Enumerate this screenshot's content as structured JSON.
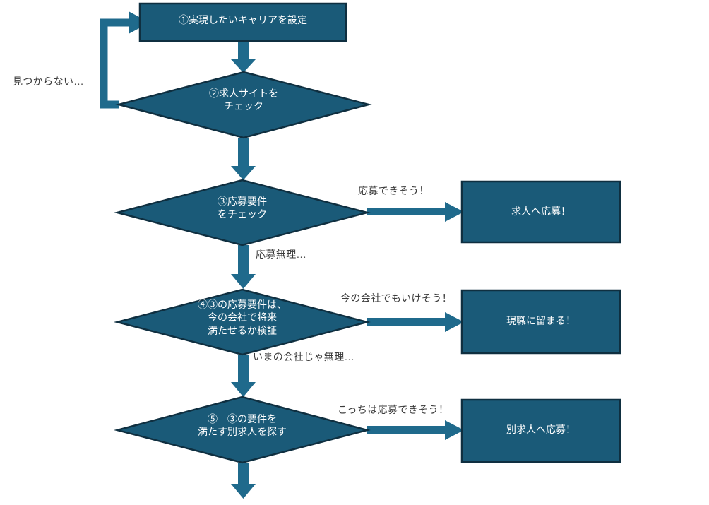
{
  "diagram": {
    "title_text_color": "#ffffff",
    "fill_color": "#1a5a78",
    "stroke_color": "#0f2f40",
    "arrow_color": "#1f6a8c",
    "label_color": "#3b3b3b",
    "background": "#ffffff"
  },
  "nodes": {
    "step1": {
      "label": "①実現したいキャリアを設定",
      "shape": "process"
    },
    "step2": {
      "label": "②求人サイトを\nチェック",
      "shape": "decision"
    },
    "step3": {
      "label": "③応募要件\nをチェック",
      "shape": "decision"
    },
    "step4": {
      "label": "④③の応募要件は、\n今の会社で将来\n満たせるか検証",
      "shape": "decision"
    },
    "step5": {
      "label": "⑤　③の要件を\n満たす別求人を探す",
      "shape": "decision"
    },
    "result1": {
      "label": "求人へ応募！",
      "shape": "process"
    },
    "result2": {
      "label": "現職に留まる！",
      "shape": "process"
    },
    "result3": {
      "label": "別求人へ応募！",
      "shape": "process"
    }
  },
  "edge_labels": {
    "not_found": "見つからない…",
    "can_apply": "応募できそう！",
    "cannot_apply": "応募無理…",
    "current_company_ok": "今の会社でもいけそう！",
    "current_company_no": "いまの会社じゃ無理…",
    "other_can_apply": "こっちは応募できそう！"
  }
}
